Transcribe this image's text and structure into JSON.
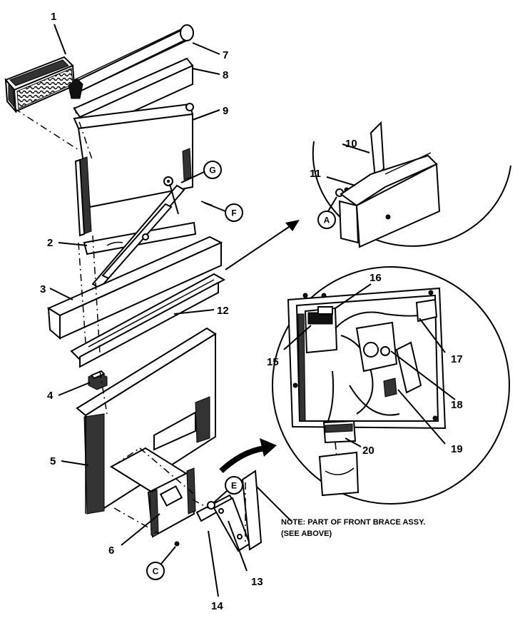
{
  "callouts": {
    "n1": "1",
    "n2": "2",
    "n3": "3",
    "n4": "4",
    "n5": "5",
    "n6": "6",
    "n7": "7",
    "n8": "8",
    "n9": "9",
    "n10": "10",
    "n11": "11",
    "n12": "12",
    "n13": "13",
    "n14": "14",
    "n15": "15",
    "n16": "16",
    "n17": "17",
    "n18": "18",
    "n19": "19",
    "n20": "20"
  },
  "fasteners": {
    "A": "A",
    "C": "C",
    "E": "E",
    "F": "F",
    "G": "G"
  },
  "note": {
    "line1": "NOTE: PART OF FRONT BRACE ASSY.",
    "line2": "(SEE ABOVE)"
  }
}
